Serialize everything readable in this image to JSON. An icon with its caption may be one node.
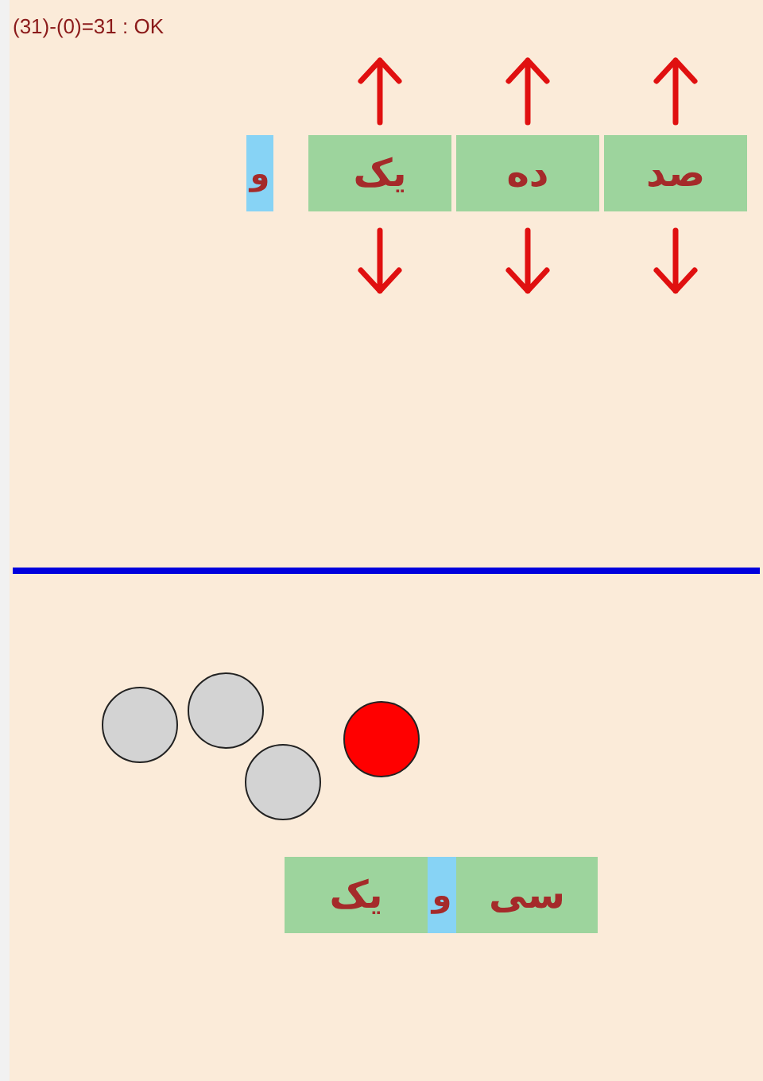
{
  "diagram": {
    "nodes": [
      {
        "text": [
          "و"
        ]
      },
      {
        "text": [
          "یک"
        ]
      },
      {
        "text": [
          "ده"
        ]
      },
      {
        "text": [
          "صد"
        ]
      },
      {
        "text": [],
        "shape": "circle"
      },
      {
        "text": [],
        "shape": "circle"
      },
      {
        "text": [],
        "shape": "circle"
      },
      {
        "text": [],
        "shape": "circle"
      },
      {
        "text": [
          "یک"
        ]
      },
      {
        "text": [
          "و"
        ]
      },
      {
        "text": [
          "سی"
        ]
      }
    ],
    "labels": [
      "(31)-(0)=31 : OK"
    ]
  }
}
